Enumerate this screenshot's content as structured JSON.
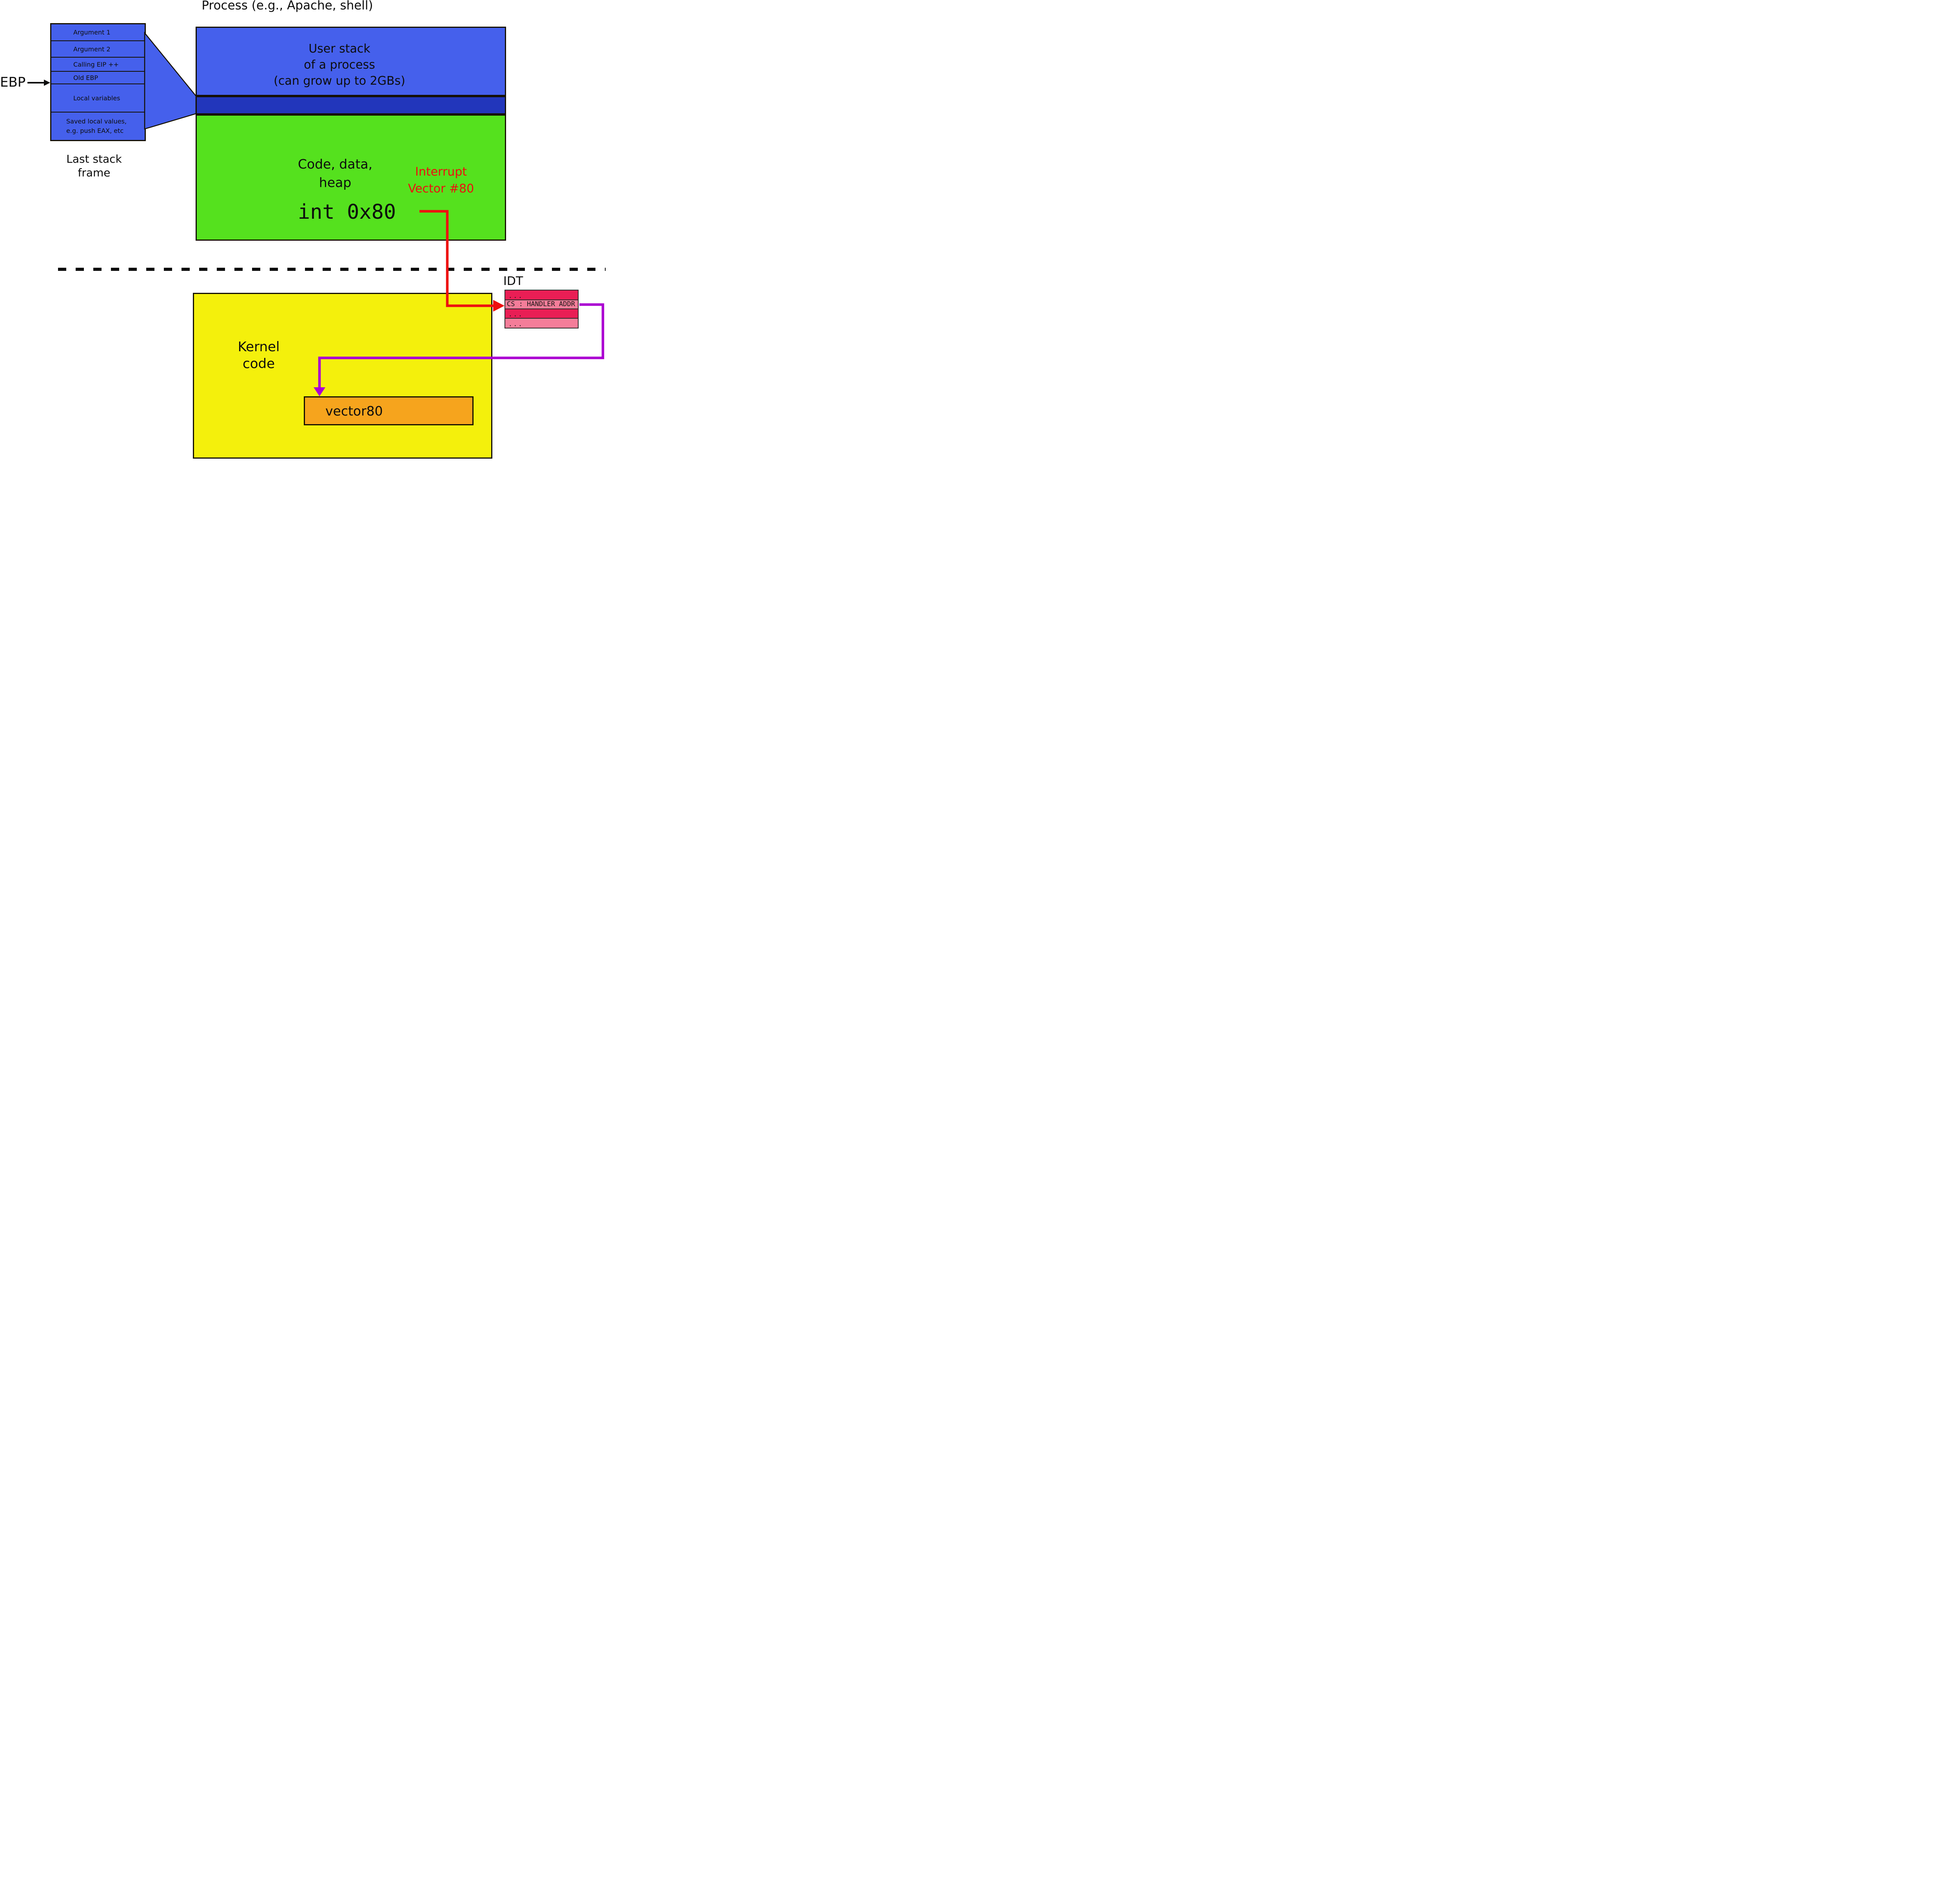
{
  "title": "Process (e.g., Apache, shell)",
  "colors": {
    "box_blue": "#4560ec",
    "dark_blue": "#2236bb",
    "green": "#55e11e",
    "yellow": "#f4f00c",
    "orange": "#f6a41d",
    "crimson": "#e91e55",
    "pink": "#f47d99",
    "red": "#ee0f0f",
    "purple": "#ab00d2",
    "outline": "#151001",
    "idt_outline": "#2e2a2b",
    "black": "#0d0d0d"
  },
  "stack_frame": {
    "rows": [
      "Argument 1",
      "Argument 2",
      "Calling EIP ++",
      "Old EBP",
      "Local variables"
    ],
    "saved_row_line1": "Saved local values,",
    "saved_row_line2": "e.g. push EAX, etc",
    "caption_line1": "Last stack",
    "caption_line2": "frame",
    "register": "EBP"
  },
  "user_stack": {
    "line1": "User stack",
    "line2": "of a process",
    "line3": "(can grow up to 2GBs)"
  },
  "code_region": {
    "line1": "Code, data,",
    "line2": "heap",
    "instruction": "int 0x80",
    "interrupt_line1": "Interrupt",
    "interrupt_line2": "Vector #80"
  },
  "kernel": {
    "line1": "Kernel",
    "line2": "code",
    "vector_box": "vector80"
  },
  "idt": {
    "label": "IDT",
    "row1": "...",
    "row2": "CS : HANDLER ADDR",
    "row3": "...",
    "row4": "..."
  }
}
